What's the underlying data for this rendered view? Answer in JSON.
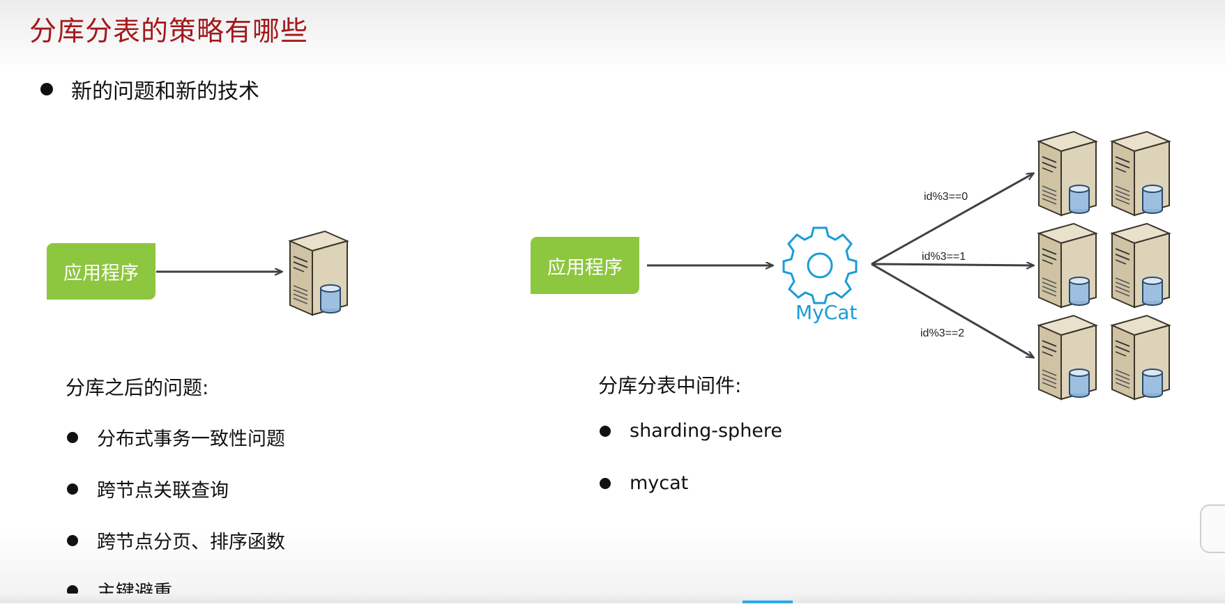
{
  "slide": {
    "title": "分库分表的策略有哪些",
    "main_bullet": "新的问题和新的技术"
  },
  "left_diagram": {
    "app_box": "应用程序"
  },
  "right_diagram": {
    "app_box": "应用程序",
    "middleware": "MyCat",
    "routes": [
      "id%3==0",
      "id%3==1",
      "id%3==2"
    ]
  },
  "problems": {
    "heading": "分库之后的问题:",
    "items": [
      "分布式事务一致性问题",
      "跨节点关联查询",
      "跨节点分页、排序函数",
      "主键避重"
    ]
  },
  "middleware_list": {
    "heading": "分库分表中间件:",
    "items": [
      "sharding-sphere",
      "mycat"
    ]
  },
  "colors": {
    "title": "#a3191c",
    "box_green": "#8dc63f",
    "mycat_blue": "#1a9bd7"
  },
  "icons": [
    "database-server-icon",
    "gear-icon"
  ]
}
